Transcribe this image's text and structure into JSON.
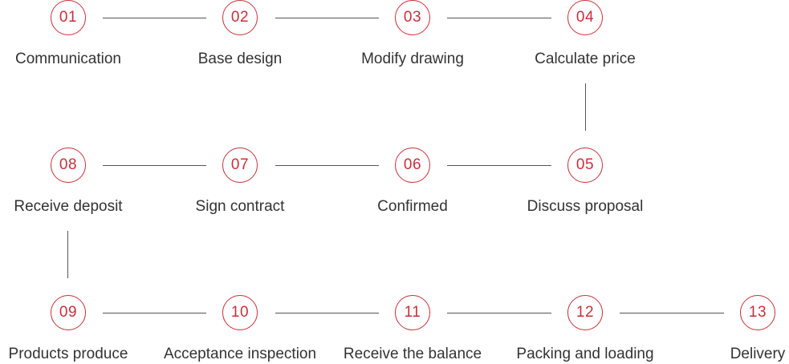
{
  "colors": {
    "accent": "#c8303a",
    "label": "#333333",
    "connector": "#555555"
  },
  "steps": [
    {
      "number": "01",
      "label": "Communication"
    },
    {
      "number": "02",
      "label": "Base design"
    },
    {
      "number": "03",
      "label": "Modify drawing"
    },
    {
      "number": "04",
      "label": "Calculate price"
    },
    {
      "number": "05",
      "label": "Discuss proposal"
    },
    {
      "number": "06",
      "label": "Confirmed"
    },
    {
      "number": "07",
      "label": "Sign contract"
    },
    {
      "number": "08",
      "label": "Receive deposit"
    },
    {
      "number": "09",
      "label": "Products produce"
    },
    {
      "number": "10",
      "label": "Acceptance inspection"
    },
    {
      "number": "11",
      "label": "Receive the balance"
    },
    {
      "number": "12",
      "label": "Packing and loading"
    },
    {
      "number": "13",
      "label": "Delivery"
    }
  ]
}
